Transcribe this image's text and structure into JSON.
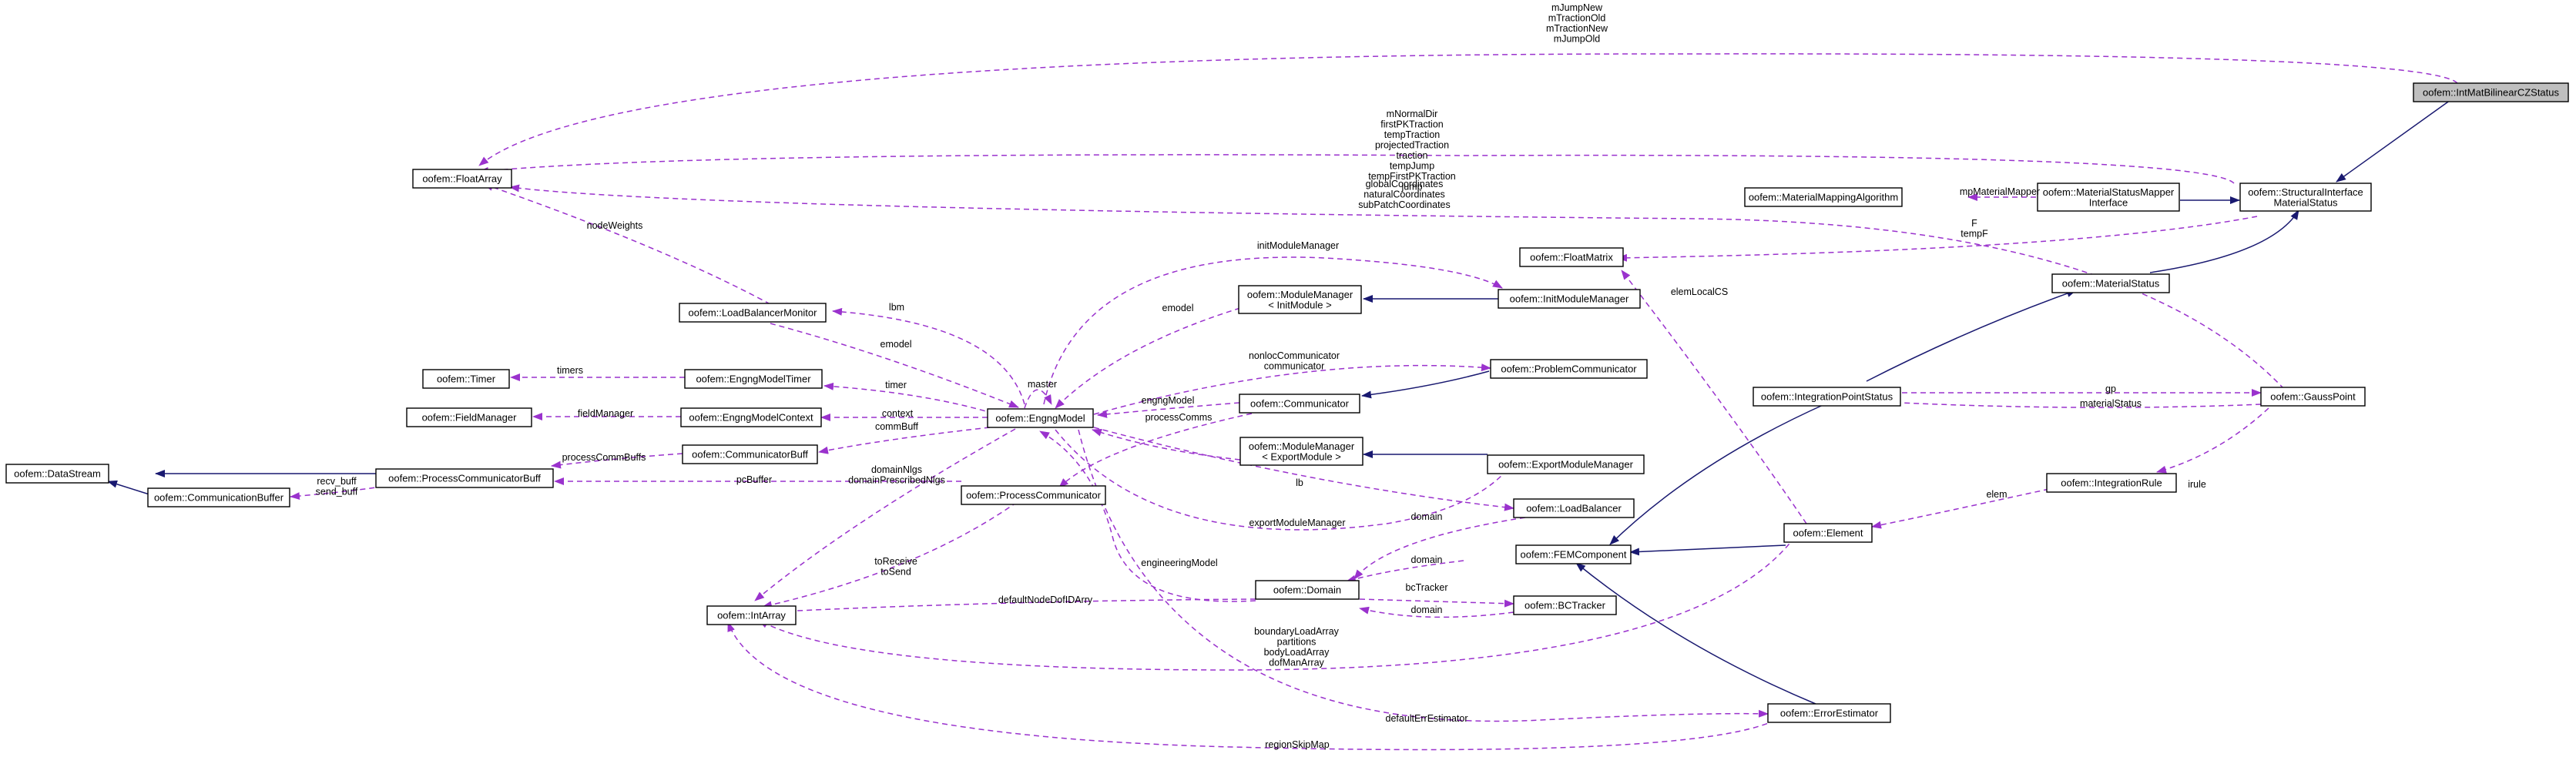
{
  "diagram": {
    "colors": {
      "usage_edge": "#9a32cd",
      "inheritance_edge": "#191970",
      "highlight_fill": "#bfbfbf"
    },
    "nodes": [
      {
        "id": "intmat",
        "lines": [
          "oofem::IntMatBilinearCZStatus"
        ],
        "highlight": true
      },
      {
        "id": "floatarray",
        "lines": [
          "oofem::FloatArray"
        ]
      },
      {
        "id": "sims",
        "lines": [
          "oofem::StructuralInterface",
          "MaterialStatus"
        ]
      },
      {
        "id": "mmapalg",
        "lines": [
          "oofem::MaterialMappingAlgorithm"
        ]
      },
      {
        "id": "msmi",
        "lines": [
          "oofem::MaterialStatusMapper",
          "Interface"
        ]
      },
      {
        "id": "floatmatrix",
        "lines": [
          "oofem::FloatMatrix"
        ]
      },
      {
        "id": "lbm",
        "lines": [
          "oofem::LoadBalancerMonitor"
        ]
      },
      {
        "id": "mmi",
        "lines": [
          "oofem::ModuleManager",
          "< InitModule >"
        ]
      },
      {
        "id": "imm",
        "lines": [
          "oofem::InitModuleManager"
        ]
      },
      {
        "id": "matstat",
        "lines": [
          "oofem::MaterialStatus"
        ]
      },
      {
        "id": "timer",
        "lines": [
          "oofem::Timer"
        ]
      },
      {
        "id": "emt",
        "lines": [
          "oofem::EngngModelTimer"
        ]
      },
      {
        "id": "probcomm",
        "lines": [
          "oofem::ProblemCommunicator"
        ]
      },
      {
        "id": "fieldmgr",
        "lines": [
          "oofem::FieldManager"
        ]
      },
      {
        "id": "emc",
        "lines": [
          "oofem::EngngModelContext"
        ]
      },
      {
        "id": "comm",
        "lines": [
          "oofem::Communicator"
        ]
      },
      {
        "id": "ips",
        "lines": [
          "oofem::IntegrationPointStatus"
        ]
      },
      {
        "id": "gauss",
        "lines": [
          "oofem::GaussPoint"
        ]
      },
      {
        "id": "em",
        "lines": [
          "oofem::EngngModel"
        ]
      },
      {
        "id": "commbuff",
        "lines": [
          "oofem::CommunicatorBuff"
        ]
      },
      {
        "id": "mme",
        "lines": [
          "oofem::ModuleManager",
          "< ExportModule >"
        ]
      },
      {
        "id": "emm",
        "lines": [
          "oofem::ExportModuleManager"
        ]
      },
      {
        "id": "datastream",
        "lines": [
          "oofem::DataStream"
        ]
      },
      {
        "id": "pcb",
        "lines": [
          "oofem::ProcessCommunicatorBuff"
        ]
      },
      {
        "id": "irule",
        "lines": [
          "oofem::IntegrationRule"
        ]
      },
      {
        "id": "cbuf",
        "lines": [
          "oofem::CommunicationBuffer"
        ]
      },
      {
        "id": "pc",
        "lines": [
          "oofem::ProcessCommunicator"
        ]
      },
      {
        "id": "lb",
        "lines": [
          "oofem::LoadBalancer"
        ]
      },
      {
        "id": "element",
        "lines": [
          "oofem::Element"
        ]
      },
      {
        "id": "femc",
        "lines": [
          "oofem::FEMComponent"
        ]
      },
      {
        "id": "domain",
        "lines": [
          "oofem::Domain"
        ]
      },
      {
        "id": "bct",
        "lines": [
          "oofem::BCTracker"
        ]
      },
      {
        "id": "intarray",
        "lines": [
          "oofem::IntArray"
        ]
      },
      {
        "id": "errest",
        "lines": [
          "oofem::ErrorEstimator"
        ]
      }
    ],
    "edge_labels": [
      {
        "id": "lbl-intmat",
        "lines": [
          "mJumpNew",
          "mTractionOld",
          "mTractionNew",
          "mJumpOld"
        ]
      },
      {
        "id": "lbl-sims",
        "lines": [
          "mNormalDir",
          "firstPKTraction",
          "tempTraction",
          "projectedTraction",
          "traction",
          "tempJump",
          "tempFirstPKTraction",
          "jump"
        ]
      },
      {
        "id": "lbl-gauss-fa",
        "lines": [
          "globalCoordinates",
          "naturalCoordinates",
          "subPatchCoordinates"
        ]
      },
      {
        "id": "lbl-mapper",
        "lines": [
          "mpMaterialMapper"
        ]
      },
      {
        "id": "lbl-F",
        "lines": [
          "F",
          "tempF"
        ]
      },
      {
        "id": "lbl-nodeweights",
        "lines": [
          "nodeWeights"
        ]
      },
      {
        "id": "lbl-initmm",
        "lines": [
          "initModuleManager"
        ]
      },
      {
        "id": "lbl-lbm",
        "lines": [
          "lbm"
        ]
      },
      {
        "id": "lbl-emodel1",
        "lines": [
          "emodel"
        ]
      },
      {
        "id": "lbl-emodel2",
        "lines": [
          "emodel"
        ]
      },
      {
        "id": "lbl-elemlocalcs",
        "lines": [
          "elemLocalCS"
        ]
      },
      {
        "id": "lbl-timers",
        "lines": [
          "timers"
        ]
      },
      {
        "id": "lbl-timer",
        "lines": [
          "timer"
        ]
      },
      {
        "id": "lbl-master",
        "lines": [
          "master"
        ]
      },
      {
        "id": "lbl-nonloc",
        "lines": [
          "nonlocCommunicator",
          "communicator"
        ]
      },
      {
        "id": "lbl-engngmodel",
        "lines": [
          "engngModel"
        ]
      },
      {
        "id": "lbl-fieldmgr",
        "lines": [
          "fieldManager"
        ]
      },
      {
        "id": "lbl-context",
        "lines": [
          "context"
        ]
      },
      {
        "id": "lbl-commbuff",
        "lines": [
          "commBuff"
        ]
      },
      {
        "id": "lbl-pcomms",
        "lines": [
          "processComms"
        ]
      },
      {
        "id": "lbl-gp",
        "lines": [
          "gp"
        ]
      },
      {
        "id": "lbl-matstatus",
        "lines": [
          "materialStatus"
        ]
      },
      {
        "id": "lbl-pcbuffs",
        "lines": [
          "processCommBuffs"
        ]
      },
      {
        "id": "lbl-recvsend",
        "lines": [
          "recv_buff",
          "send_buff"
        ]
      },
      {
        "id": "lbl-pcbuffer",
        "lines": [
          "pcBuffer"
        ]
      },
      {
        "id": "lbl-domainnlgs",
        "lines": [
          "domainNlgs",
          "domainPrescribedNlgs"
        ]
      },
      {
        "id": "lbl-lb",
        "lines": [
          "lb"
        ]
      },
      {
        "id": "lbl-irule",
        "lines": [
          "irule"
        ]
      },
      {
        "id": "lbl-elem",
        "lines": [
          "elem"
        ]
      },
      {
        "id": "lbl-exportmm",
        "lines": [
          "exportModuleManager"
        ]
      },
      {
        "id": "lbl-domain1",
        "lines": [
          "domain"
        ]
      },
      {
        "id": "lbl-domain2",
        "lines": [
          "domain"
        ]
      },
      {
        "id": "lbl-domain3",
        "lines": [
          "domain"
        ]
      },
      {
        "id": "lbl-torecv",
        "lines": [
          "toReceive",
          "toSend"
        ]
      },
      {
        "id": "lbl-engmodel",
        "lines": [
          "engineeringModel"
        ]
      },
      {
        "id": "lbl-bctracker",
        "lines": [
          "bcTracker"
        ]
      },
      {
        "id": "lbl-defnode",
        "lines": [
          "defaultNodeDofIDArry"
        ]
      },
      {
        "id": "lbl-boundary",
        "lines": [
          "boundaryLoadArray",
          "partitions",
          "bodyLoadArray",
          "dofManArray"
        ]
      },
      {
        "id": "lbl-deferr",
        "lines": [
          "defaultErrEstimator"
        ]
      },
      {
        "id": "lbl-regionskip",
        "lines": [
          "regionSkipMap"
        ]
      }
    ]
  }
}
